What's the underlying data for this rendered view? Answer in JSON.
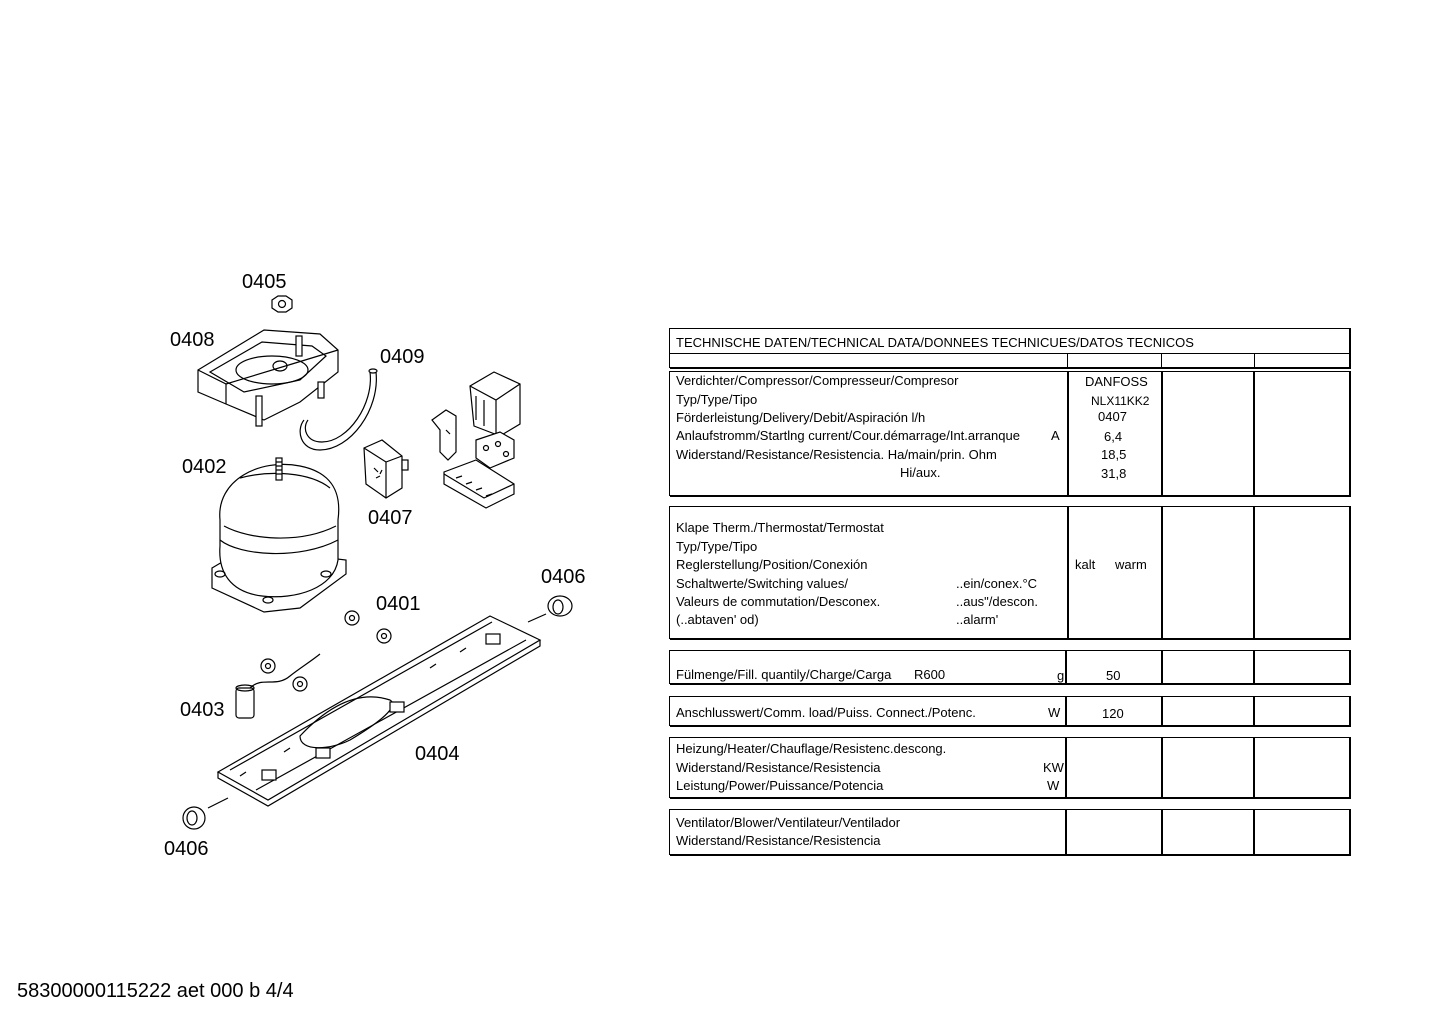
{
  "callouts": {
    "c0405": "0405",
    "c0408": "0408",
    "c0409": "0409",
    "c0402": "0402",
    "c0407": "0407",
    "c0406a": "0406",
    "c0401": "0401",
    "c0403": "0403",
    "c0404": "0404",
    "c0406b": "0406"
  },
  "table": {
    "header": "TECHNISCHE DATEN/TECHNICAL DATA/DONNEES TECHNICUES/DATOS TECNICOS",
    "compressor": {
      "rows": [
        "Verdichter/Compressor/Compresseur/Compresor",
        "Typ/Type/Tipo",
        "Förderleistung/Delivery/Debit/Aspiración l/h",
        "Anlaufstromm/Startlng current/Cour.démarrage/Int.arranque",
        "Widerstand/Resistance/Resistencia. Ha/main/prin. Ohm",
        "Hi/aux."
      ],
      "unit_a": "A",
      "values": [
        "DANFOSS",
        "NLX11KK2",
        "0407",
        "6,4",
        "18,5",
        "31,8"
      ]
    },
    "thermostat": {
      "rows": [
        "Klape Therm./Thermostat/Termostat",
        "Typ/Type/Tipo",
        "Reglerstellung/Position/Conexión",
        "Schaltwerte/Switching values/",
        "Valeurs de commutation/Desconex.",
        "(..abtaven' od)"
      ],
      "right_labels": [
        "..ein/conex.°C",
        "..aus\"/descon.",
        "..alarm'"
      ],
      "kalt": "kalt",
      "warm": "warm"
    },
    "fill": {
      "label": "Fülmenge/Fill. quantily/Charge/Carga",
      "refrigerant": "R600",
      "unit": "g",
      "value": "50"
    },
    "load": {
      "label": "Anschlusswert/Comm. load/Puiss. Connect./Potenc.",
      "unit": "W",
      "value": "120"
    },
    "heater": {
      "rows": [
        "Heizung/Heater/Chauflage/Resistenc.descong.",
        "Widerstand/Resistance/Resistencia",
        "Leistung/Power/Puissance/Potencia"
      ],
      "units": [
        "KW",
        "W"
      ]
    },
    "ventilator": {
      "rows": [
        "Ventilator/Blower/Ventilateur/Ventilador",
        "Widerstand/Resistance/Resistencia"
      ]
    }
  },
  "footer": "58300000115222 aet 000 b 4/4"
}
